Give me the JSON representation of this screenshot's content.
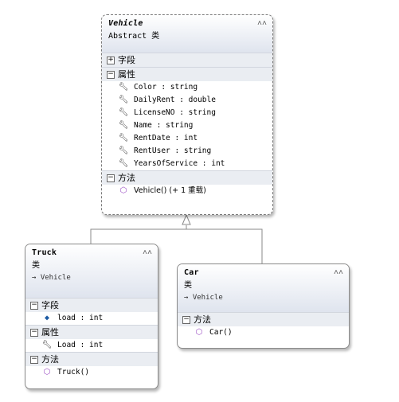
{
  "vehicle": {
    "name": "Vehicle",
    "kind": "Abstract 类",
    "collapse_icon": "double-chevron-up-icon",
    "sections": {
      "fields": "字段",
      "properties": "属性",
      "methods": "方法"
    },
    "properties": [
      "Color : string",
      "DailyRent : double",
      "LicenseNO : string",
      "Name : string",
      "RentDate : int",
      "RentUser : string",
      "YearsOfService : int"
    ],
    "methods": [
      "Vehicle() (+ 1 重载)"
    ]
  },
  "truck": {
    "name": "Truck",
    "kind": "类",
    "parent": "→ Vehicle",
    "sections": {
      "fields": "字段",
      "properties": "属性",
      "methods": "方法"
    },
    "fields": [
      "load : int"
    ],
    "properties": [
      "Load : int"
    ],
    "methods": [
      "Truck()"
    ]
  },
  "car": {
    "name": "Car",
    "kind": "类",
    "parent": "→ Vehicle",
    "sections": {
      "methods": "方法"
    },
    "methods": [
      "Car()"
    ]
  },
  "toggle_symbols": {
    "expanded": "⊟",
    "collapsed": "⊞"
  }
}
